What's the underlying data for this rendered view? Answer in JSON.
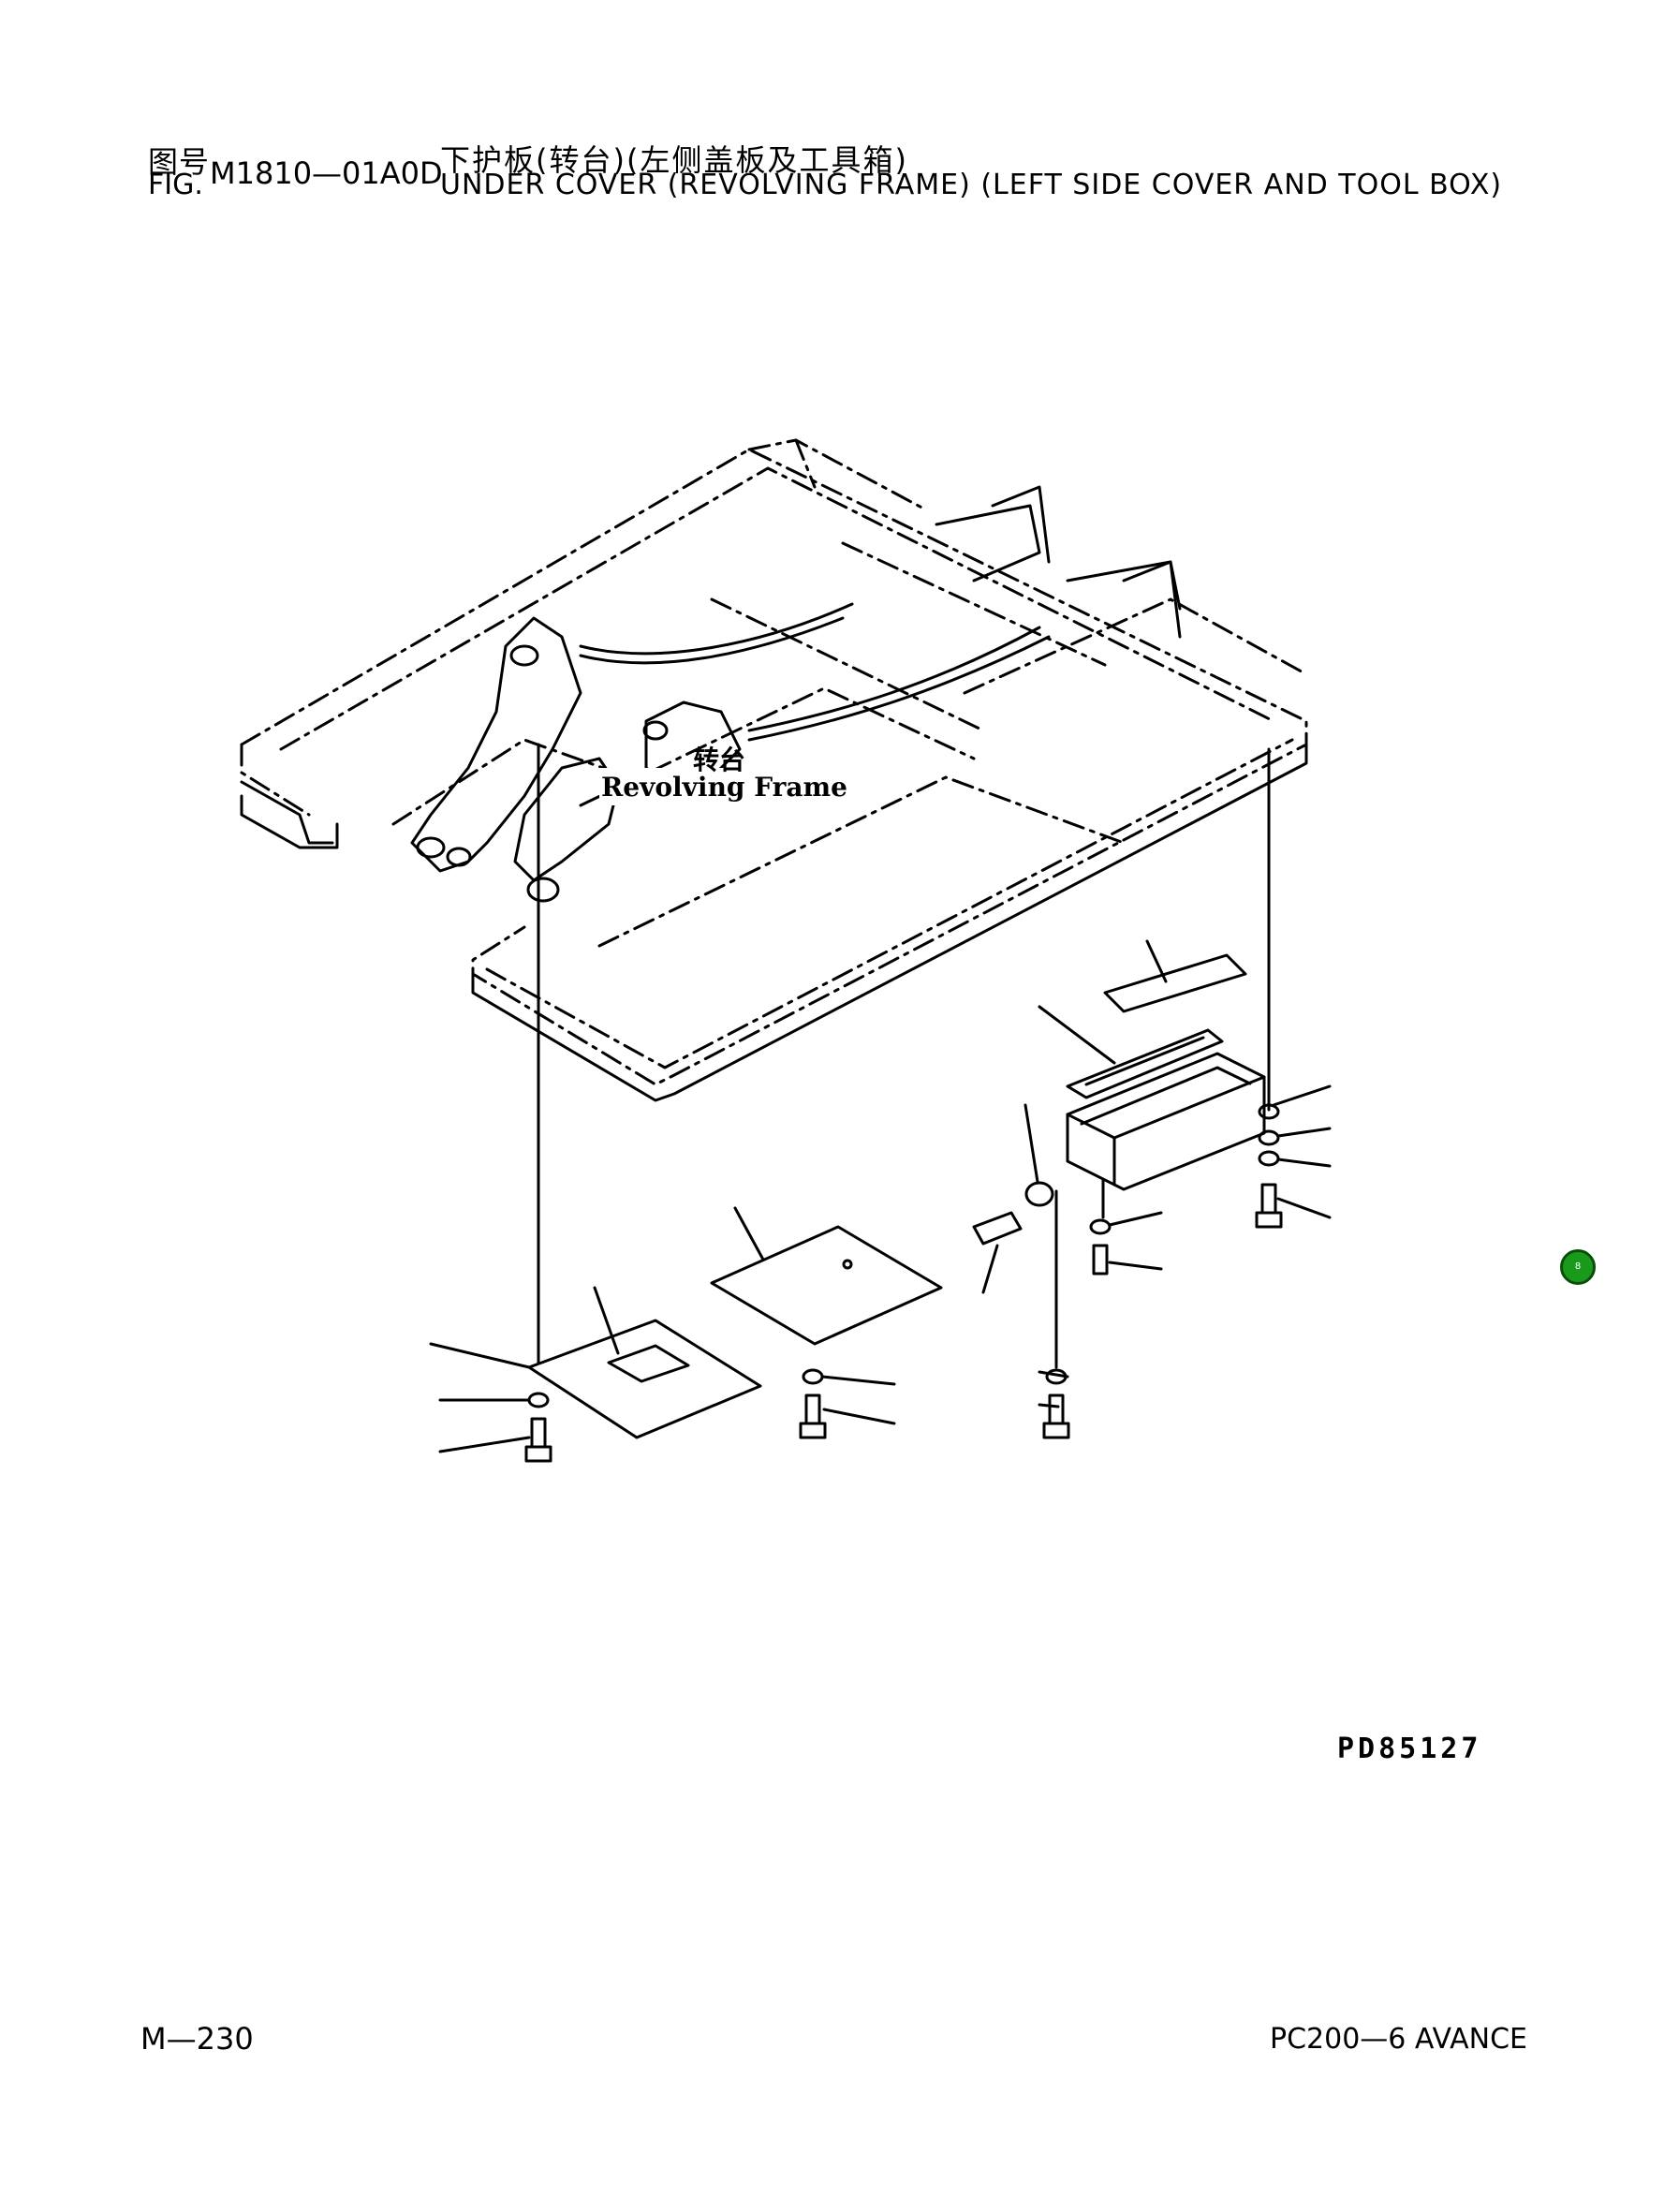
{
  "header": {
    "fig_label_cn": "图号",
    "fig_label_en": "FIG.",
    "fig_code": "M1810—01A0D",
    "title_cn": "下护板(转台)(左侧盖板及工具箱)",
    "title_en": "UNDER COVER (REVOLVING FRAME) (LEFT SIDE COVER AND TOOL BOX)"
  },
  "diagram": {
    "frame_label_cn": "转台",
    "frame_label_en": "Revolving Frame"
  },
  "drawing_number": "PD85127",
  "footer": {
    "page": "M—230",
    "model": "PC200—6 AVANCE"
  },
  "marker": {
    "label": "8",
    "color": "#1a9a1a"
  }
}
